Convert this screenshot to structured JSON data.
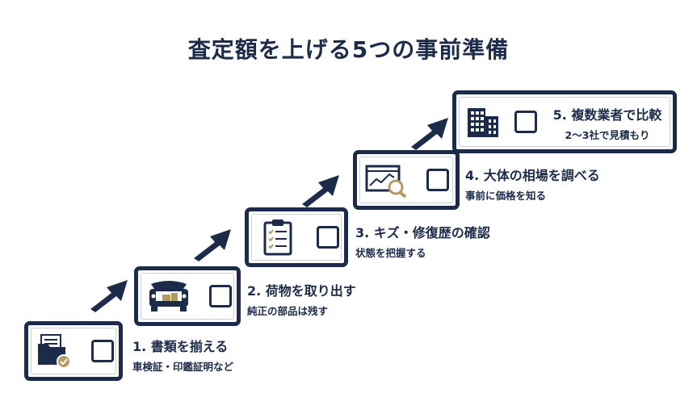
{
  "title": "査定額を上げる5つの事前準備",
  "colors": {
    "navy": "#1c2b4a",
    "gold": "#b59a62",
    "white": "#ffffff"
  },
  "steps": [
    {
      "title": "1. 書類を揃える",
      "sub": "車検証・印鑑証明など",
      "icon": "document-folder-check-icon"
    },
    {
      "title": "2. 荷物を取り出す",
      "sub": "純正の部品は残す",
      "icon": "car-trunk-open-icon"
    },
    {
      "title": "3. キズ・修復歴の確認",
      "sub": "状態を把握する",
      "icon": "clipboard-checklist-icon"
    },
    {
      "title": "4. 大体の相場を調べる",
      "sub": "事前に価格を知る",
      "icon": "chart-magnifier-icon"
    },
    {
      "title": "5. 複数業者で比較",
      "sub": "2〜3社で見積もり",
      "icon": "office-building-icon"
    }
  ]
}
